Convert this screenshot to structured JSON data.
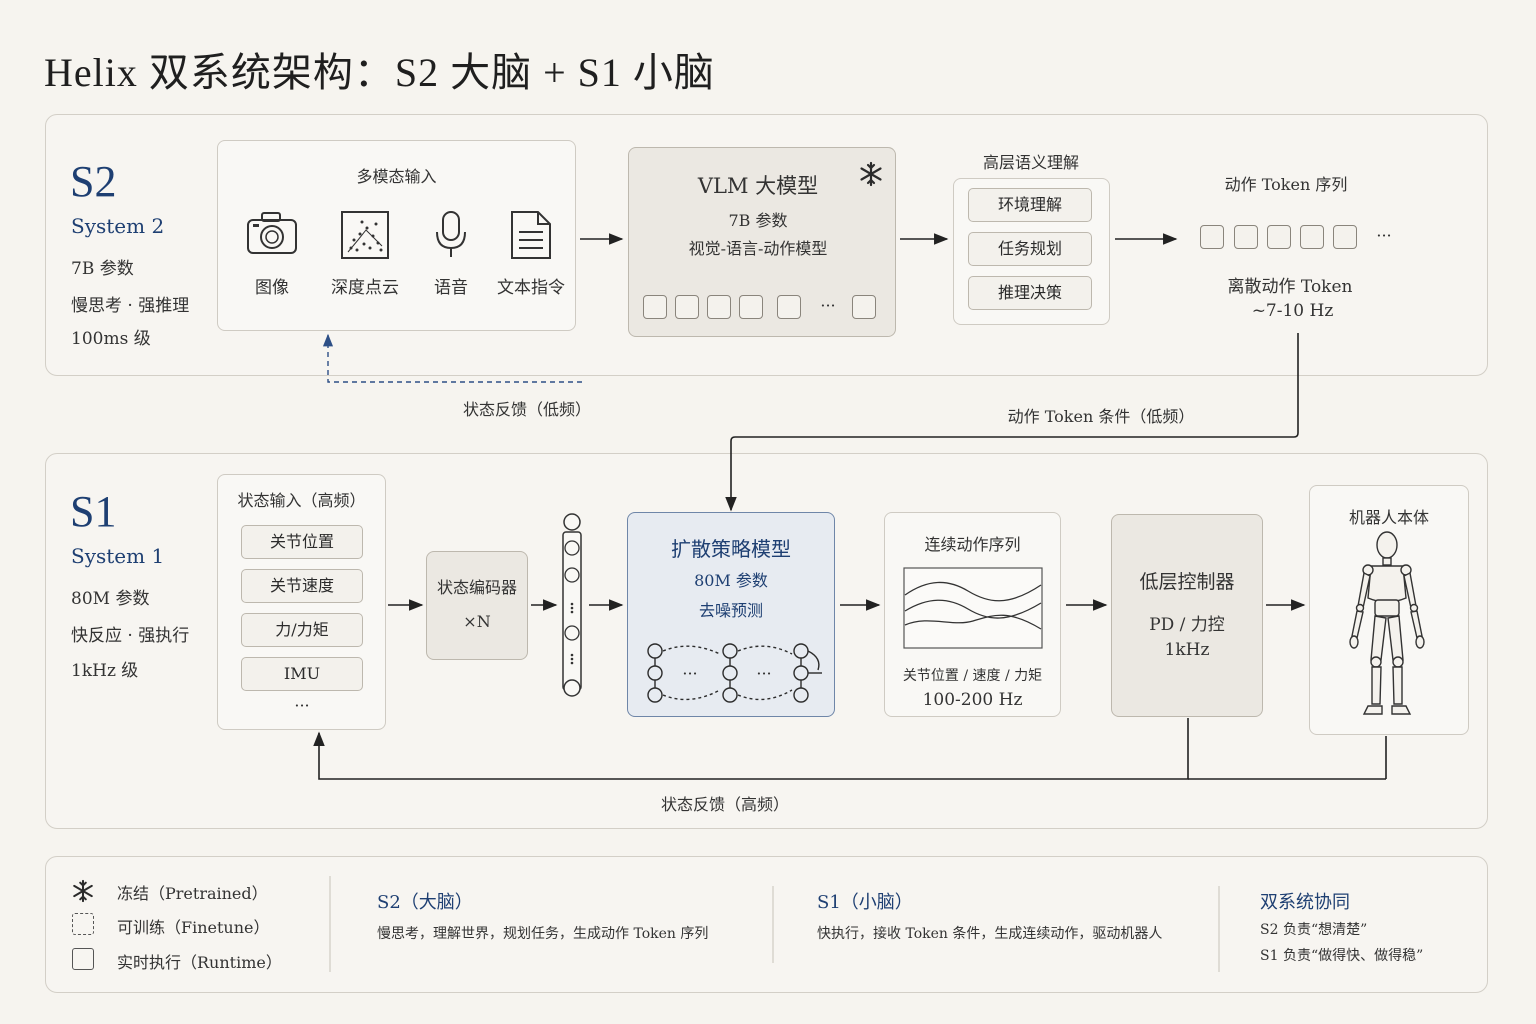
{
  "title": "Helix 双系统架构：S2 大脑 + S1 小脑",
  "s2": {
    "big": "S2",
    "name": "System 2",
    "params": "7B 参数",
    "desc": "慢思考 · 强推理",
    "latency": "100ms 级",
    "input_title": "多模态输入",
    "inputs": [
      {
        "icon": "camera-icon",
        "label": "图像"
      },
      {
        "icon": "point-cloud-icon",
        "label": "深度点云"
      },
      {
        "icon": "microphone-icon",
        "label": "语音"
      },
      {
        "icon": "document-icon",
        "label": "文本指令"
      }
    ],
    "vlm_title": "VLM 大模型",
    "vlm_params": "7B 参数",
    "vlm_desc": "视觉-语言-动作模型",
    "vlm_ellipsis": "···",
    "semantic_title": "高层语义理解",
    "semantic_items": [
      "环境理解",
      "任务规划",
      "推理决策"
    ],
    "token_title": "动作 Token 序列",
    "token_ellipsis": "···",
    "token_label": "离散动作 Token",
    "token_rate": "~7-10 Hz",
    "feedback_low": "状态反馈（低频）",
    "token_condition": "动作 Token 条件（低频）"
  },
  "s1": {
    "big": "S1",
    "name": "System 1",
    "params": "80M 参数",
    "desc": "快反应 · 强执行",
    "latency": "1kHz 级",
    "state_title": "状态输入（高频）",
    "state_items": [
      "关节位置",
      "关节速度",
      "力/力矩",
      "IMU"
    ],
    "state_ellipsis": "···",
    "encoder_title": "状态编码器",
    "encoder_n": "×N",
    "diffusion_title": "扩散策略模型",
    "diffusion_params": "80M 参数",
    "diffusion_desc": "去噪预测",
    "diffusion_ellipsis": "···",
    "cont_title": "连续动作序列",
    "cont_desc": "关节位置 / 速度 / 力矩",
    "cont_rate": "100-200 Hz",
    "ctrl_title": "低层控制器",
    "ctrl_desc": "PD / 力控",
    "ctrl_rate": "1kHz",
    "robot_title": "机器人本体",
    "feedback_high": "状态反馈（高频）"
  },
  "legend": {
    "frozen": "冻结（Pretrained）",
    "trainable": "可训练（Finetune）",
    "runtime": "实时执行（Runtime）",
    "s2_head": "S2（大脑）",
    "s2_text": "慢思考，理解世界，规划任务，生成动作 Token 序列",
    "s1_head": "S1（小脑）",
    "s1_text": "快执行，接收 Token 条件，生成连续动作，驱动机器人",
    "dual_head": "双系统协同",
    "dual_line1": "S2 负责“想清楚”",
    "dual_line2": "S1 负责“做得快、做得稳”"
  },
  "colors": {
    "accent": "#1e3f72",
    "background": "#f6f4ef",
    "diffusion_fill": "#e7ebf1"
  }
}
